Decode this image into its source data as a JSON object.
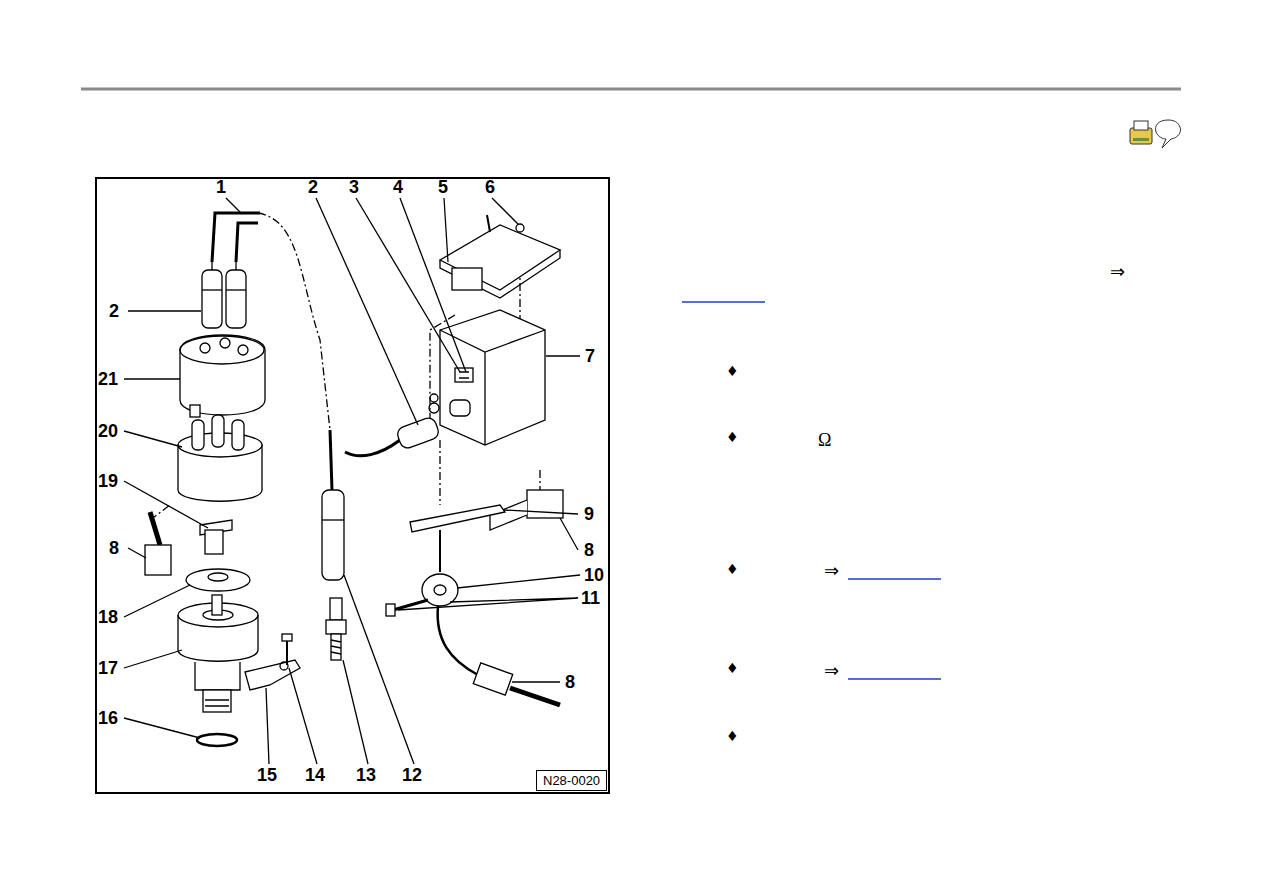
{
  "diagram": {
    "nodes": [
      {
        "text": [
          "N28-0020"
        ]
      }
    ],
    "labels": [
      "1",
      "2",
      "3",
      "4",
      "5",
      "6",
      "2",
      "21",
      "20",
      "19",
      "8",
      "18",
      "17",
      "16",
      "15",
      "14",
      "13",
      "12",
      "7",
      "9",
      "8",
      "10",
      "11",
      "8",
      "⇒",
      "♦",
      "♦",
      "Ω",
      "♦",
      "⇒",
      "♦",
      "⇒",
      "♦"
    ]
  }
}
